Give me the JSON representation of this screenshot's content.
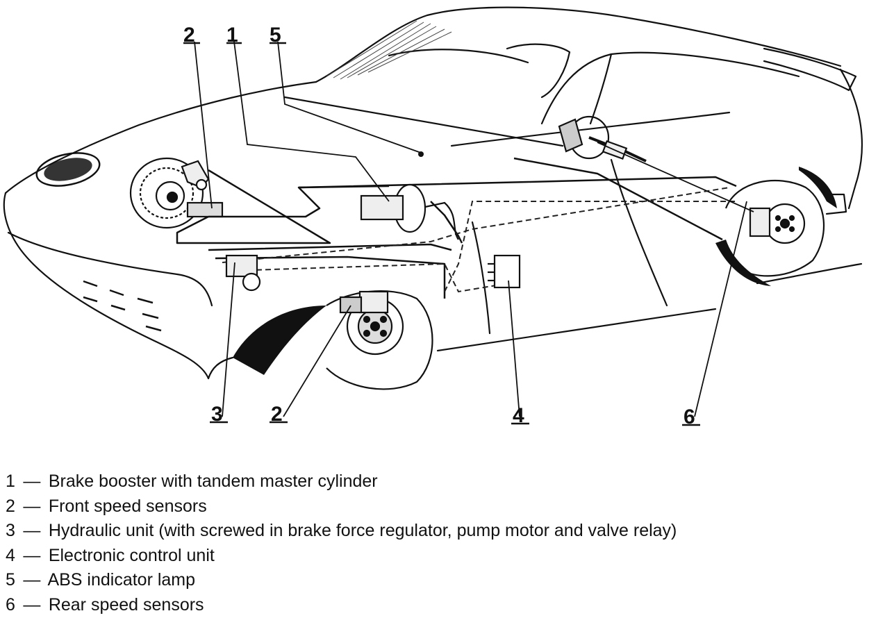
{
  "callouts": [
    {
      "id": "c2a",
      "number": "2"
    },
    {
      "id": "c1",
      "number": "1"
    },
    {
      "id": "c5",
      "number": "5"
    },
    {
      "id": "c3",
      "number": "3"
    },
    {
      "id": "c2b",
      "number": "2"
    },
    {
      "id": "c4",
      "number": "4"
    },
    {
      "id": "c6",
      "number": "6"
    }
  ],
  "legend": [
    {
      "number": "1",
      "separator": "—",
      "label": "Brake booster with tandem master cylinder"
    },
    {
      "number": "2",
      "separator": "—",
      "label": "Front speed sensors"
    },
    {
      "number": "3",
      "separator": "—",
      "label": "Hydraulic unit (with screwed in brake force regulator, pump motor and valve relay)"
    },
    {
      "number": "4",
      "separator": "—",
      "label": "Electronic control unit"
    },
    {
      "number": "5",
      "separator": "—",
      "label": "ABS indicator lamp"
    },
    {
      "number": "6",
      "separator": "—",
      "label": "Rear speed sensors"
    }
  ]
}
